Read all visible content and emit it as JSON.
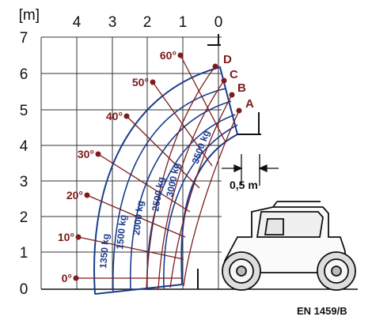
{
  "axes": {
    "x_unit": "[m]",
    "x_ticks": [
      "4",
      "3",
      "2",
      "1",
      "0"
    ],
    "y_ticks": [
      "0",
      "1",
      "2",
      "3",
      "4",
      "5",
      "6",
      "7"
    ]
  },
  "angles": [
    "0°",
    "10°",
    "20°",
    "30°",
    "40°",
    "50°",
    "60°"
  ],
  "positions": [
    "A",
    "B",
    "C",
    "D"
  ],
  "loads": [
    "1350 kg",
    "1500 kg",
    "2000 kg",
    "2500 kg",
    "3000 kg",
    "3500 kg"
  ],
  "dimension": "0,5 m",
  "code": "EN 1459/B",
  "colors": {
    "envelope": "#1a3c8f",
    "arc": "#7d1c1c",
    "dot": "#7d1c1c",
    "grid": "#222222"
  }
}
